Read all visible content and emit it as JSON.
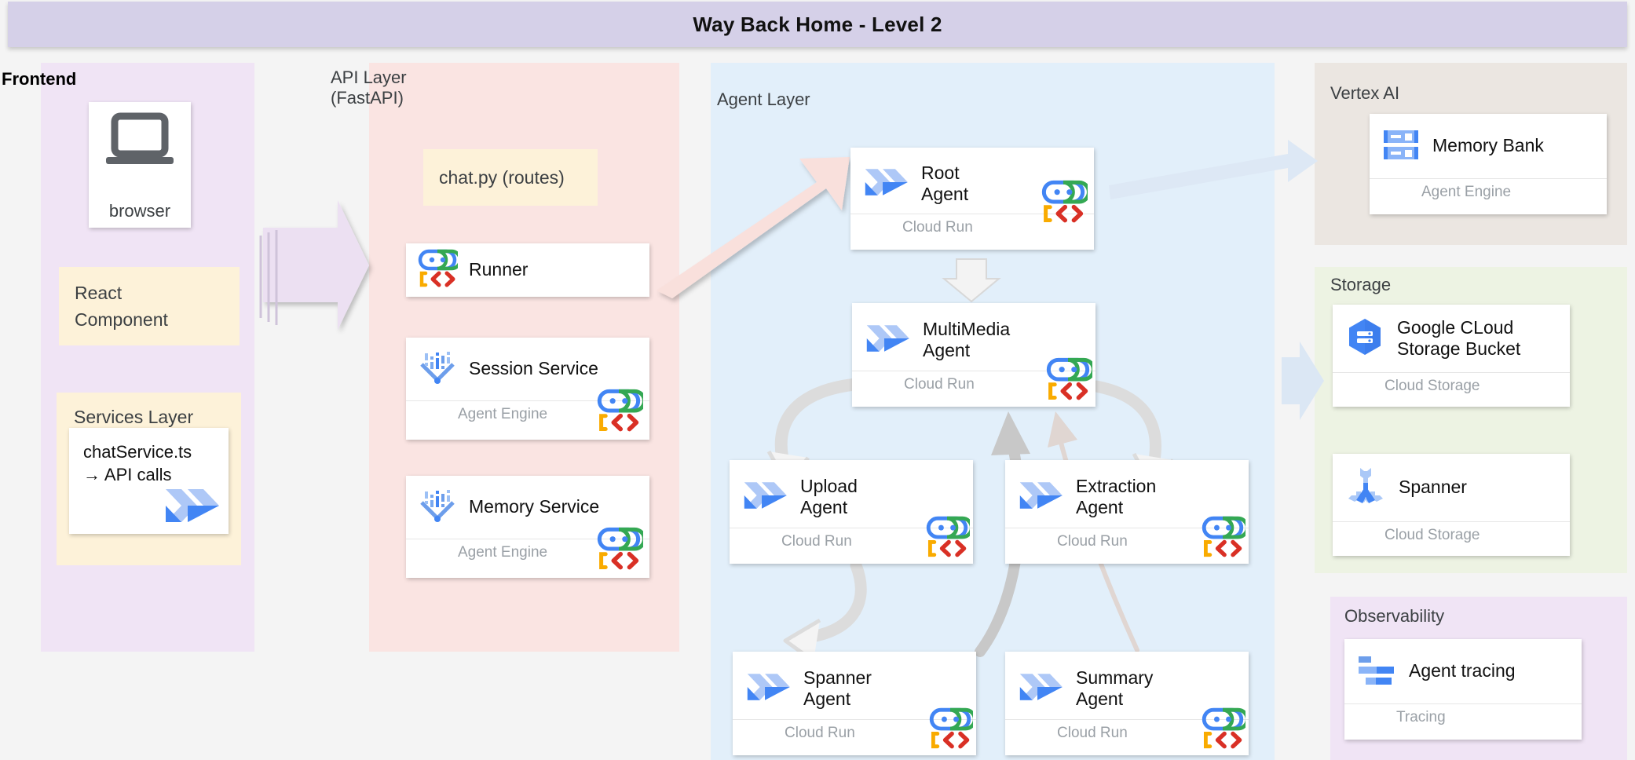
{
  "header": {
    "title": "Way Back Home - Level 2"
  },
  "groups": {
    "frontend": {
      "label": "Frontend"
    },
    "api": {
      "label": "API Layer\n(FastAPI)"
    },
    "agent": {
      "label": "Agent Layer"
    },
    "vertex": {
      "label": "Vertex AI"
    },
    "storage": {
      "label": "Storage"
    },
    "observability": {
      "label": "Observability"
    }
  },
  "frontend": {
    "browser": {
      "label": "browser",
      "icon": "laptop-icon"
    },
    "react_tile": {
      "label": "React\nComponent"
    },
    "services_tile": {
      "label": "Services Layer"
    },
    "chat_service": {
      "label": "chatService.ts\n→ API calls",
      "icon": "adk-chevron-icon"
    }
  },
  "api_layer": {
    "chat_py": {
      "label": "chat.py (routes)"
    },
    "cards": [
      {
        "title": "Runner",
        "sub": "",
        "icon": "adk-agent-icon"
      },
      {
        "title": "Session Service",
        "sub": "Agent Engine",
        "icon": "agent-engine-icon",
        "badge": "adk-agent-icon"
      },
      {
        "title": "Memory Service",
        "sub": "Agent Engine",
        "icon": "agent-engine-icon",
        "badge": "adk-agent-icon"
      }
    ]
  },
  "agent_layer": {
    "cards": [
      {
        "title": "Root\nAgent",
        "sub": "Cloud Run",
        "icon": "adk-chevron-icon",
        "badge": "adk-agent-icon"
      },
      {
        "title": "MultiMedia\nAgent",
        "sub": "Cloud Run",
        "icon": "adk-chevron-icon",
        "badge": "adk-agent-icon"
      },
      {
        "title": "Upload\nAgent",
        "sub": "Cloud Run",
        "icon": "adk-chevron-icon",
        "badge": "adk-agent-icon"
      },
      {
        "title": "Extraction\nAgent",
        "sub": "Cloud Run",
        "icon": "adk-chevron-icon",
        "badge": "adk-agent-icon"
      },
      {
        "title": "Spanner\nAgent",
        "sub": "Cloud Run",
        "icon": "adk-chevron-icon",
        "badge": "adk-agent-icon"
      },
      {
        "title": "Summary\nAgent",
        "sub": "Cloud Run",
        "icon": "adk-chevron-icon",
        "badge": "adk-agent-icon"
      }
    ]
  },
  "vertex_ai": {
    "memory_bank": {
      "title": "Memory Bank",
      "sub": "Agent Engine",
      "icon": "memory-bank-icon"
    }
  },
  "storage": {
    "bucket": {
      "title": "Google CLoud\nStorage Bucket",
      "sub": "Cloud Storage",
      "icon": "cloud-storage-icon"
    },
    "spanner": {
      "title": "Spanner",
      "sub": "Cloud Storage",
      "icon": "spanner-icon"
    }
  },
  "observability": {
    "tracing": {
      "title": "Agent tracing",
      "sub": "Tracing",
      "icon": "trace-bars-icon"
    }
  },
  "colors": {
    "title_bar": "#d5d0e8",
    "frontend_panel": "#f0e4f5",
    "api_panel": "#fae4e2",
    "agent_panel": "#e2effa",
    "vertex_panel": "#ebe6e1",
    "storage_panel": "#edf3e3",
    "observability_panel": "#f0e4f5",
    "tile_yellow": "#fdf2d9",
    "adk_blue": "#4285f4",
    "adk_green": "#34a853",
    "adk_red": "#d93025",
    "adk_yellow": "#f9ab00"
  }
}
